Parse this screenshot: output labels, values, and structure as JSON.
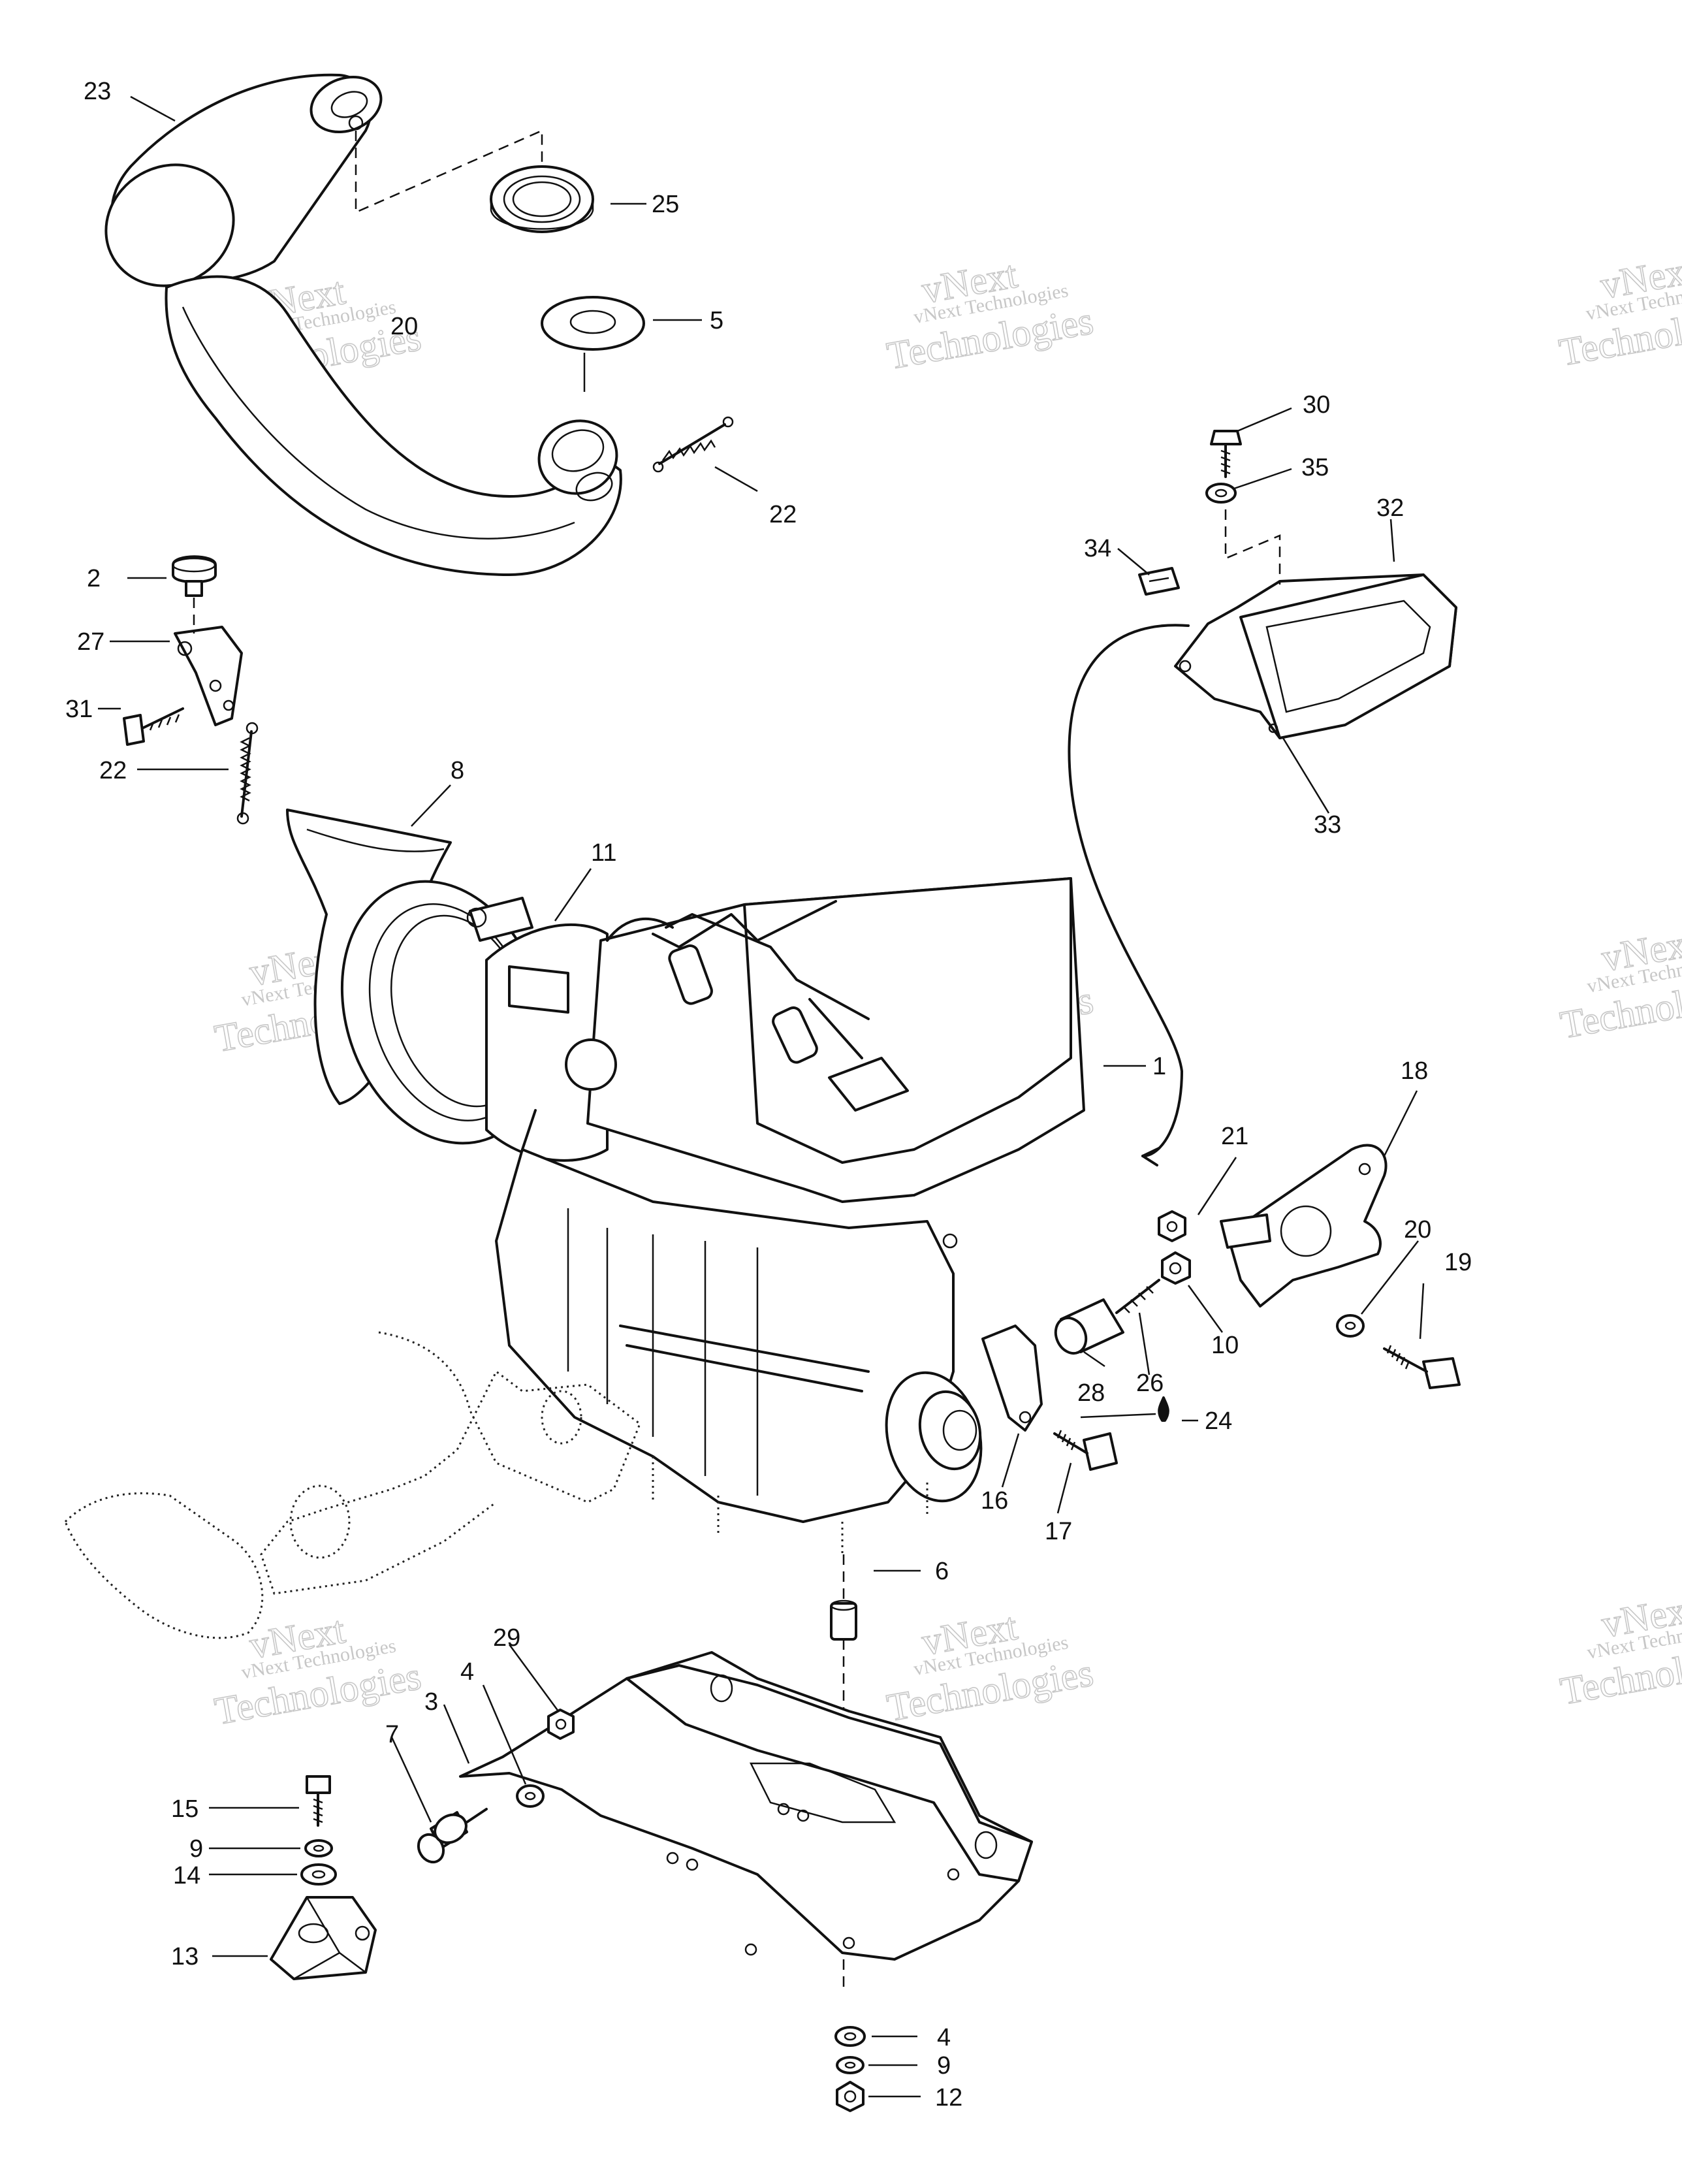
{
  "watermark": {
    "line1": "vNext Technologies",
    "line2": "vNext",
    "line3": "Technologies"
  },
  "callouts": [
    "1",
    "2",
    "3",
    "4",
    "5",
    "6",
    "7",
    "8",
    "9",
    "10",
    "11",
    "12",
    "13",
    "14",
    "15",
    "16",
    "17",
    "18",
    "19",
    "20",
    "21",
    "22",
    "23",
    "24",
    "25",
    "26",
    "27",
    "28",
    "29",
    "30",
    "31",
    "32",
    "33",
    "34",
    "35"
  ],
  "labels": {
    "c23": "23",
    "c25": "25",
    "c20a": "20",
    "c5": "5",
    "c22a": "22",
    "c2": "2",
    "c27": "27",
    "c31": "31",
    "c22b": "22",
    "c8": "8",
    "c11": "11",
    "c30": "30",
    "c35": "35",
    "c32": "32",
    "c34": "34",
    "c33": "33",
    "c1": "1",
    "c18": "18",
    "c21": "21",
    "c20b": "20",
    "c19": "19",
    "c10": "10",
    "c28": "28",
    "c26": "26",
    "c24": "24",
    "c16": "16",
    "c17": "17",
    "c6": "6",
    "c29": "29",
    "c4a": "4",
    "c3": "3",
    "c7": "7",
    "c15": "15",
    "c9a": "9",
    "c14": "14",
    "c13": "13",
    "c4b": "4",
    "c9b": "9",
    "c12": "12"
  }
}
